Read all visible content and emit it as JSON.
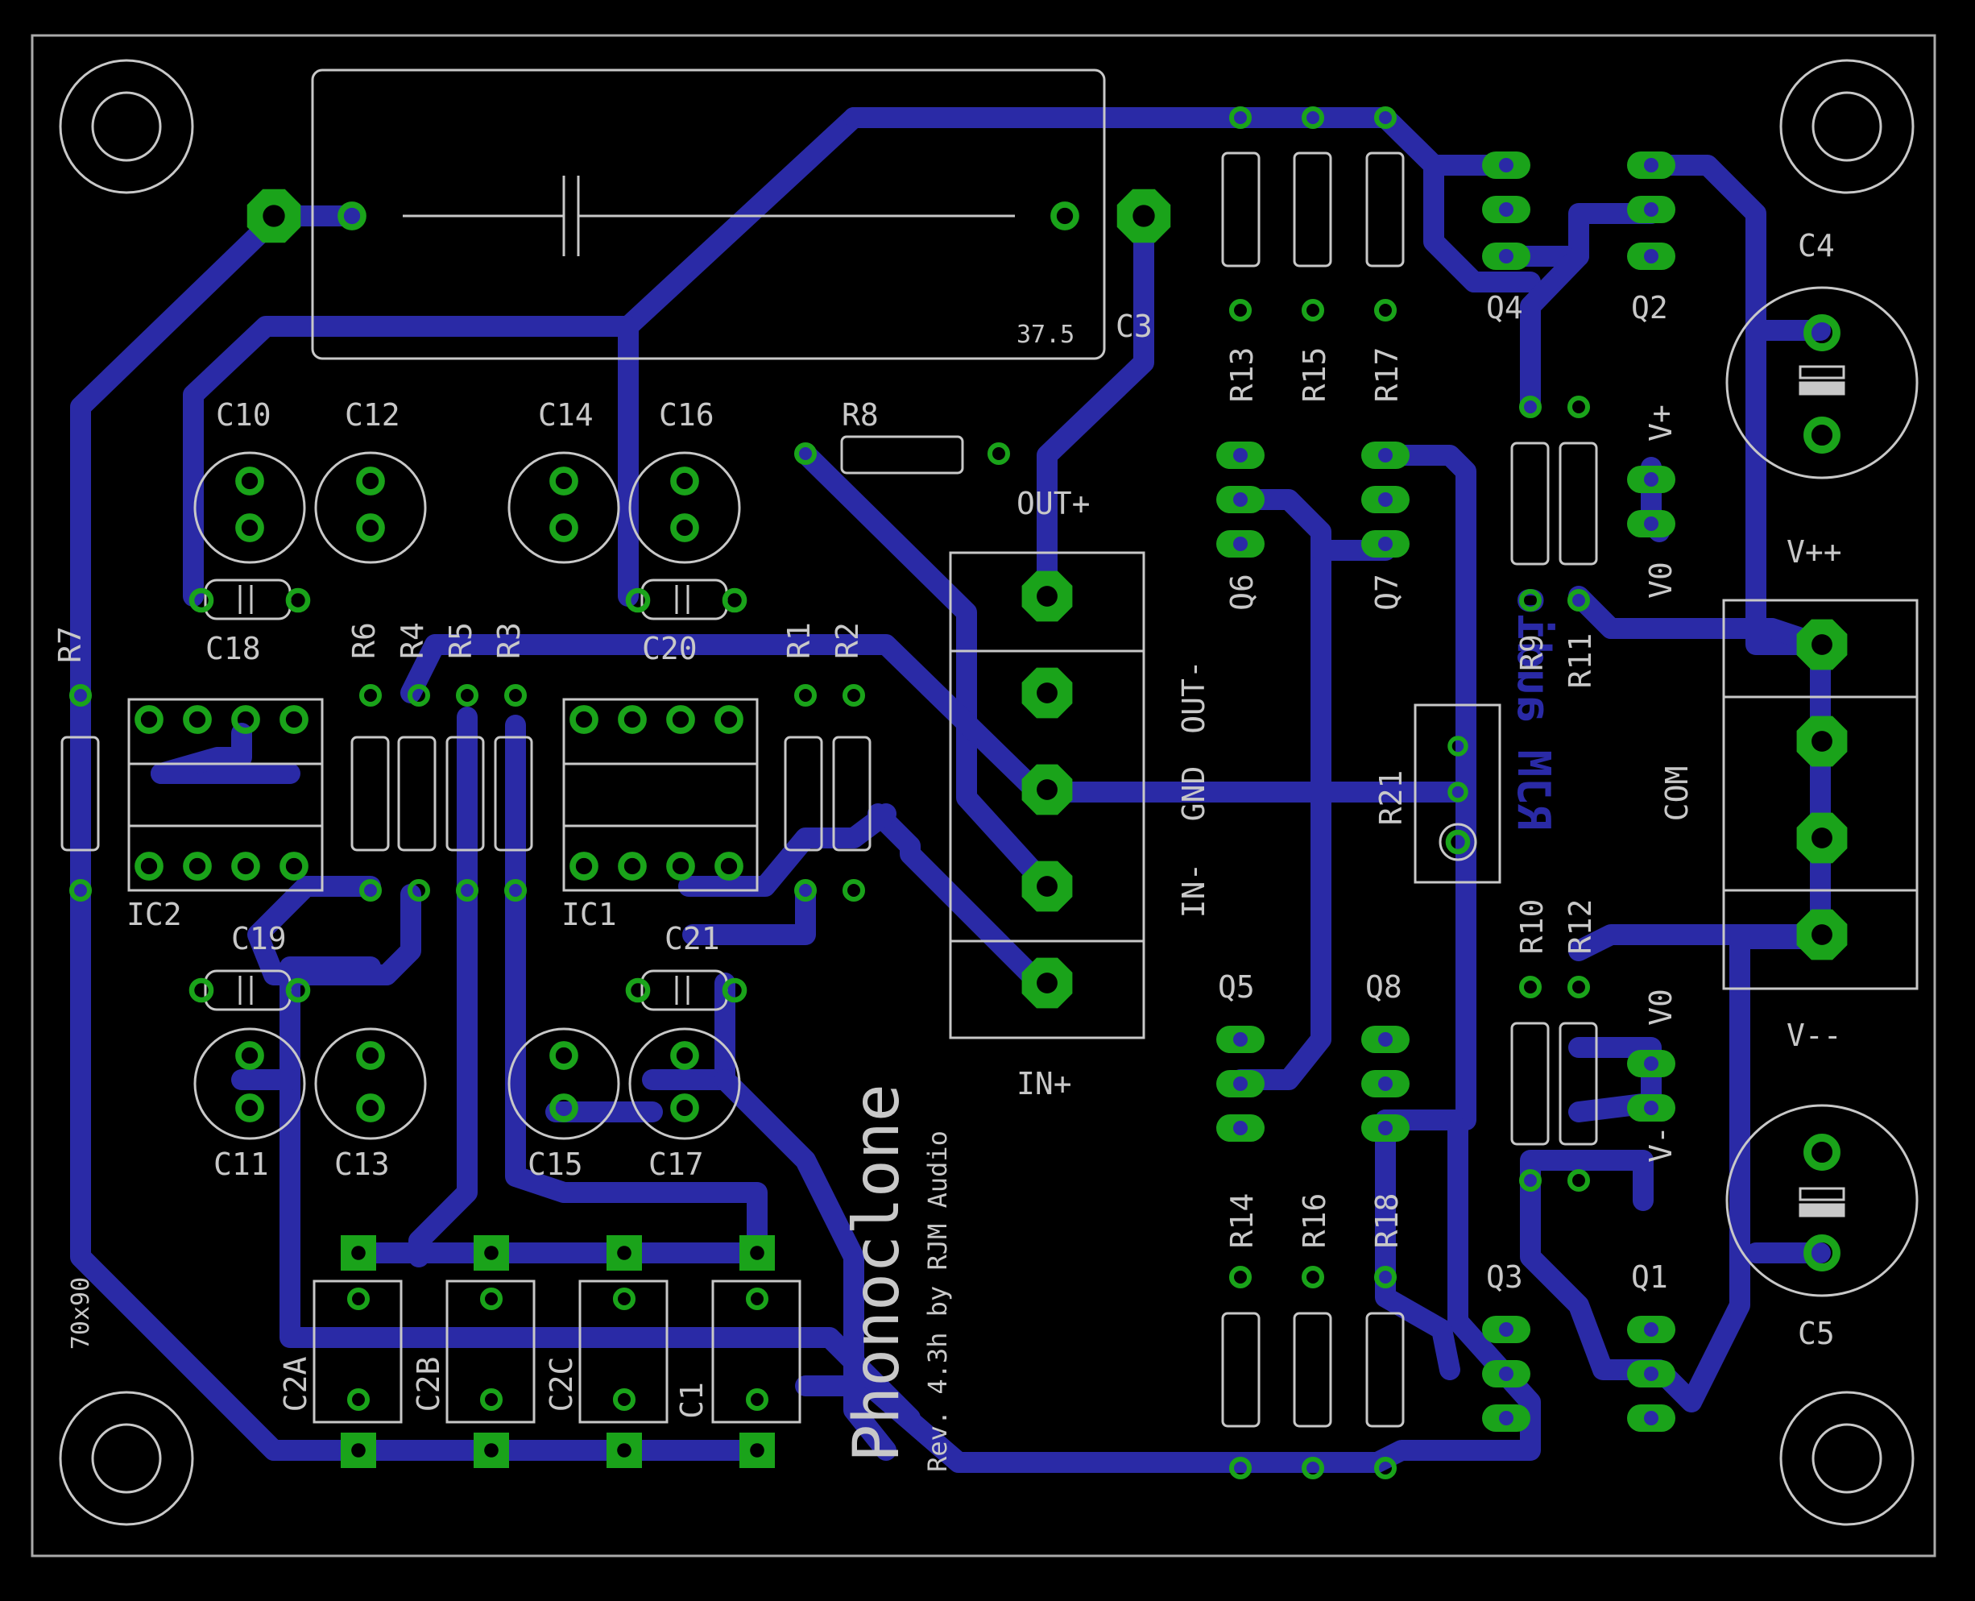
{
  "colors": {
    "background": "#000000",
    "trace": "#2a2aa6",
    "pad": "#1aa31a",
    "pad_ring": "#1aa31a",
    "drill": "#18b818",
    "silk": "#c8c8c8",
    "copper_text": "#2a2aa6"
  },
  "board": {
    "title": "Phonoclone",
    "revision": "Rev. 4.3h by RJM Audio",
    "size": "70x90",
    "copper_text": "RJM audio"
  },
  "labels": {
    "C3": "C3",
    "C3_size": "37.5",
    "C10": "C10",
    "C12": "C12",
    "C14": "C14",
    "C16": "C16",
    "C18": "C18",
    "C20": "C20",
    "C19": "C19",
    "C21": "C21",
    "C11": "C11",
    "C13": "C13",
    "C15": "C15",
    "C17": "C17",
    "C2A": "C2A",
    "C2B": "C2B",
    "C2C": "C2C",
    "C1": "C1",
    "C4": "C4",
    "C5": "C5",
    "R1": "R1",
    "R2": "R2",
    "R3": "R3",
    "R4": "R4",
    "R5": "R5",
    "R6": "R6",
    "R7": "R7",
    "R8": "R8",
    "R9": "R9",
    "R10": "R10",
    "R11": "R11",
    "R12": "R12",
    "R13": "R13",
    "R14": "R14",
    "R15": "R15",
    "R16": "R16",
    "R17": "R17",
    "R18": "R18",
    "R21": "R21",
    "IC1": "IC1",
    "IC2": "IC2",
    "Q1": "Q1",
    "Q2": "Q2",
    "Q3": "Q3",
    "Q4": "Q4",
    "Q5": "Q5",
    "Q6": "Q6",
    "Q7": "Q7",
    "Q8": "Q8",
    "OUT_plus": "OUT+",
    "OUT_minus": "OUT-",
    "GND": "GND",
    "IN_minus": "IN-",
    "IN_plus": "IN+",
    "V_pp": "V++",
    "V_mm": "V--",
    "COM": "COM",
    "V_plus": "V+",
    "V0_top": "V0",
    "V0_bot": "V0",
    "V_minus": "V-"
  }
}
